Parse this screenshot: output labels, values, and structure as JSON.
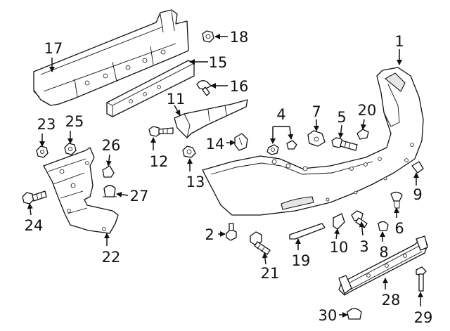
{
  "diagram": {
    "callouts": [
      {
        "id": "p1",
        "label": "1"
      },
      {
        "id": "p2",
        "label": "2"
      },
      {
        "id": "p3",
        "label": "3"
      },
      {
        "id": "p4",
        "label": "4"
      },
      {
        "id": "p5",
        "label": "5"
      },
      {
        "id": "p6",
        "label": "6"
      },
      {
        "id": "p7",
        "label": "7"
      },
      {
        "id": "p8",
        "label": "8"
      },
      {
        "id": "p9",
        "label": "9"
      },
      {
        "id": "p10",
        "label": "10"
      },
      {
        "id": "p11",
        "label": "11"
      },
      {
        "id": "p12",
        "label": "12"
      },
      {
        "id": "p13",
        "label": "13"
      },
      {
        "id": "p14",
        "label": "14"
      },
      {
        "id": "p15",
        "label": "15"
      },
      {
        "id": "p16",
        "label": "16"
      },
      {
        "id": "p17",
        "label": "17"
      },
      {
        "id": "p18",
        "label": "18"
      },
      {
        "id": "p19",
        "label": "19"
      },
      {
        "id": "p20",
        "label": "20"
      },
      {
        "id": "p21",
        "label": "21"
      },
      {
        "id": "p22",
        "label": "22"
      },
      {
        "id": "p23",
        "label": "23"
      },
      {
        "id": "p24",
        "label": "24"
      },
      {
        "id": "p25",
        "label": "25"
      },
      {
        "id": "p26",
        "label": "26"
      },
      {
        "id": "p27",
        "label": "27"
      },
      {
        "id": "p28",
        "label": "28"
      },
      {
        "id": "p29",
        "label": "29"
      },
      {
        "id": "p30",
        "label": "30"
      }
    ]
  }
}
